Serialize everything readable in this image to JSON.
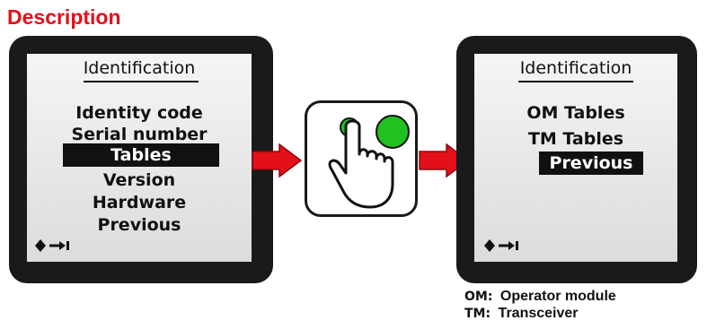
{
  "heading": "Description",
  "left_screen": {
    "title": "Identification",
    "items": [
      "Identity code",
      "Serial number",
      "Tables",
      "Version",
      "Hardware",
      "Previous"
    ],
    "selected_index": 2,
    "nav_icon": "diamond-arrow-icon"
  },
  "right_screen": {
    "title": "Identification",
    "items": [
      "OM Tables",
      "TM Tables",
      "Previous"
    ],
    "selected_index": 2,
    "nav_icon": "diamond-arrow-icon"
  },
  "action": {
    "icon": "hand-press-button-icon",
    "button_color": "#1fc21f"
  },
  "arrow_color": "#e3101a",
  "legend": [
    {
      "abbr": "OM:",
      "text": "Operator module"
    },
    {
      "abbr": "TM:",
      "text": "Transceiver"
    }
  ]
}
